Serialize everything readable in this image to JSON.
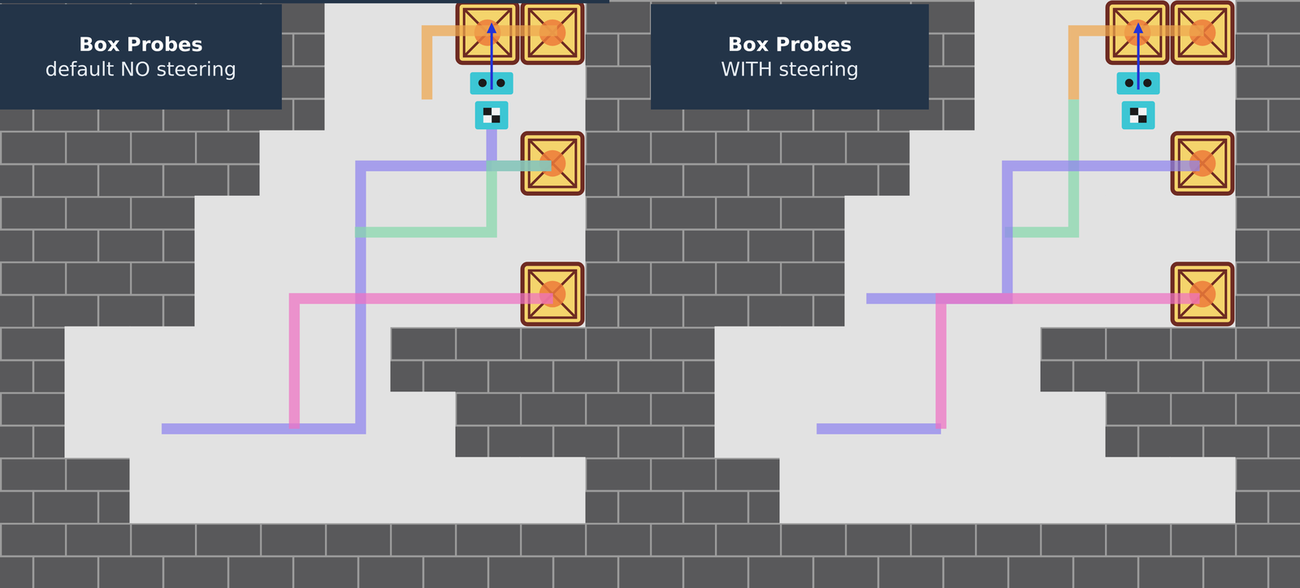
{
  "diagram": {
    "nodes": [
      {
        "text": [
          "Box Probes",
          "default NO steering"
        ]
      },
      {
        "text": [
          "Box Probes",
          "WITH steering"
        ]
      }
    ]
  }
}
